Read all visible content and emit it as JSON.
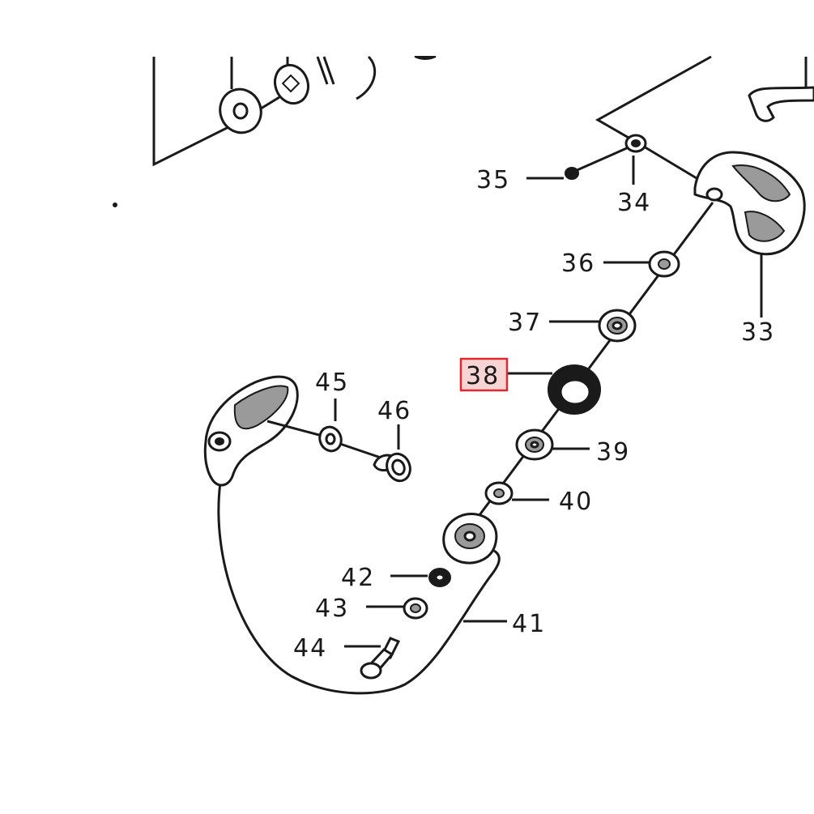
{
  "diagram": {
    "highlight_color": "#e0282e",
    "highlighted_part": "38",
    "parts": [
      {
        "id": "p33",
        "label": "33"
      },
      {
        "id": "p34",
        "label": "34"
      },
      {
        "id": "p35",
        "label": "35"
      },
      {
        "id": "p36",
        "label": "36"
      },
      {
        "id": "p37",
        "label": "37"
      },
      {
        "id": "p38",
        "label": "38"
      },
      {
        "id": "p39",
        "label": "39"
      },
      {
        "id": "p40",
        "label": "40"
      },
      {
        "id": "p41",
        "label": "41"
      },
      {
        "id": "p42",
        "label": "42"
      },
      {
        "id": "p43",
        "label": "43"
      },
      {
        "id": "p44",
        "label": "44"
      },
      {
        "id": "p45",
        "label": "45"
      },
      {
        "id": "p46",
        "label": "46"
      }
    ]
  }
}
